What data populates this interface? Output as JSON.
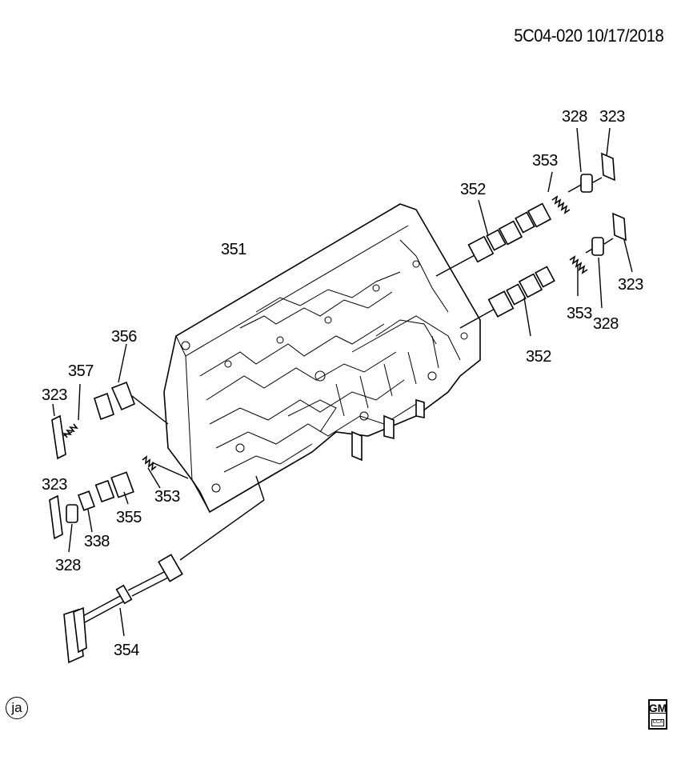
{
  "header": {
    "code": "5C04-020 10/17/2018"
  },
  "callouts": {
    "c351": "351",
    "c352a": "352",
    "c352b": "352",
    "c353a": "353",
    "c353b": "353",
    "c353c": "353",
    "c328a": "328",
    "c328b": "328",
    "c328c": "328",
    "c323a": "323",
    "c323b": "323",
    "c323c": "323",
    "c323d": "323",
    "c356": "356",
    "c357": "357",
    "c355": "355",
    "c338": "338",
    "c354": "354"
  },
  "badge": {
    "label": "ja"
  },
  "logo": {
    "brand": "GM",
    "sub": "CCA"
  }
}
